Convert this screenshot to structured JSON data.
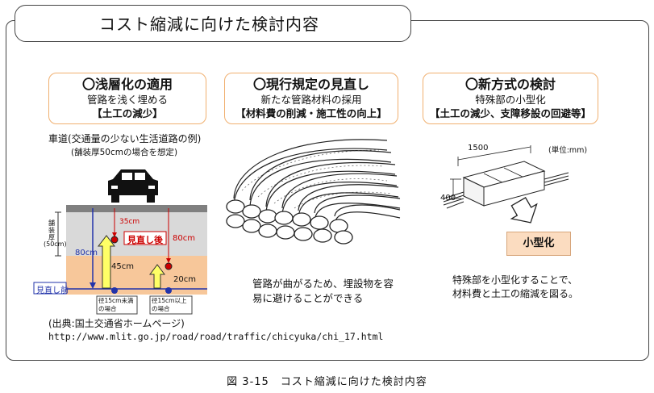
{
  "title": "コスト縮減に向けた検討内容",
  "columns": [
    {
      "heading": "〇浅層化の適用",
      "sub": "管路を浅く埋める",
      "bracket": "【土工の減少】"
    },
    {
      "heading": "〇現行規定の見直し",
      "sub": "新たな管路材料の採用",
      "bracket": "【材料費の削減・施工性の向上】"
    },
    {
      "heading": "〇新方式の検討",
      "sub": "特殊部の小型化",
      "bracket": "【土工の減少、支障移設の回避等】"
    }
  ],
  "left": {
    "road_caption": "車道(交通量の少ない生活道路の例)",
    "pavement_note": "(舗装厚50cmの場合を想定)",
    "pavement_label": "舗装厚",
    "pavement_value": "(50cm)",
    "depth_80_left": "80cm",
    "depth_35": "35cm",
    "depth_80_right": "80cm",
    "depth_45": "45cm",
    "depth_20": "20cm",
    "after_label": "見直し後",
    "before_label": "見直し前",
    "pipe_small": "径15cm未満の場合",
    "pipe_large": "径15cm以上の場合",
    "source": "(出典:国土交通省ホームページ)",
    "url": "http://www.mlit.go.jp/road/road/traffic/chicyuka/chi_17.html"
  },
  "middle": {
    "desc_line1": "管路が曲がるため、埋設物を容",
    "desc_line2": "易に避けることができる"
  },
  "right": {
    "unit": "(単位:mm)",
    "dim_length": "1500",
    "dim_height": "400",
    "badge": "小型化",
    "desc_line1": "特殊部を小型化することで、",
    "desc_line2": "材料費と土工の縮減を図る。"
  },
  "figure_caption": "図 3-15　コスト縮減に向けた検討内容",
  "colors": {
    "pavement": "#808080",
    "upper_soil": "#d9d9d9",
    "lower_soil": "#f7c79a",
    "orange_border": "#f0b070",
    "red_marker": "#cc0000",
    "blue_line": "#2233aa",
    "arrow_fill": "#ffff66",
    "badge_bg": "#fbdcc0"
  }
}
